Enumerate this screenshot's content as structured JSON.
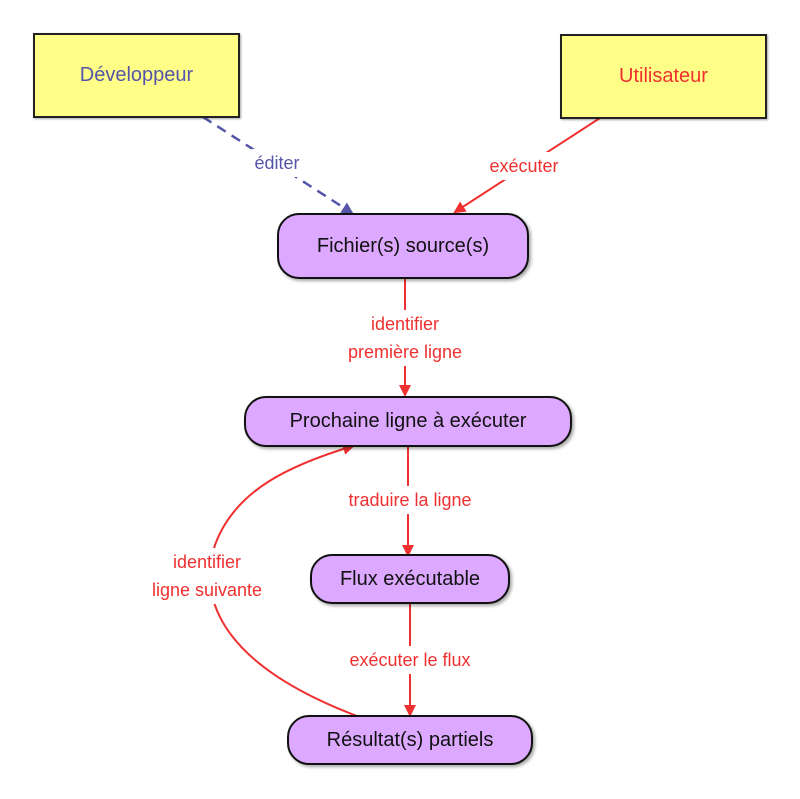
{
  "diagram": {
    "colors": {
      "actor_fill": "#ffff88",
      "process_fill": "#dda8ff",
      "developer_color": "#5555aa",
      "user_color": "#f03030",
      "flow_color": "#f03030"
    },
    "nodes": {
      "developer": "Développeur",
      "user": "Utilisateur",
      "source_files": "Fichier(s) source(s)",
      "next_line": "Prochaine ligne à exécuter",
      "exec_stream": "Flux exécutable",
      "partial_results": "Résultat(s) partiels"
    },
    "edges": {
      "edit": "éditer",
      "execute": "exécuter",
      "identify_first_line_1": "identifier",
      "identify_first_line_2": "première ligne",
      "translate_line": "traduire la ligne",
      "execute_stream": "exécuter le flux",
      "identify_next_line_1": "identifier",
      "identify_next_line_2": "ligne suivante"
    }
  }
}
